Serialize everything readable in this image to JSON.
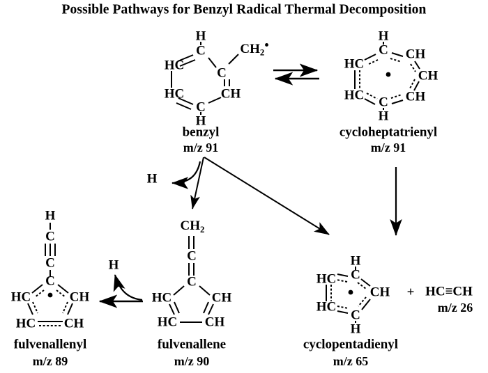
{
  "title": "Possible Pathways for Benzyl Radical Thermal Decomposition",
  "species": {
    "benzyl": {
      "name": "benzyl",
      "mz": "m/z  91",
      "atoms": {
        "h_top": "H",
        "c_top": "C",
        "hc_upper_left": "HC",
        "hc_lower_left": "HC",
        "c_bottom": "C",
        "h_bottom": "H",
        "ch_lower_right": "CH",
        "c_upper_right": "C",
        "ch2_radical": "CH",
        "ch2_sub": "2",
        "ch2_dot": "•"
      }
    },
    "cycloheptatrienyl": {
      "name": "cycloheptatrienyl",
      "mz": "m/z 91",
      "atoms": {
        "h_top": "H",
        "c_top": "C",
        "ch_upper_right": "CH",
        "ch_right": "CH",
        "ch_lower_right": "CH",
        "c_bottom": "C",
        "h_bottom": "H",
        "hc_lower_left": "HC",
        "hc_upper_left": "HC"
      }
    },
    "fulvenallene": {
      "name": "fulvenallene",
      "mz": "m/z  90",
      "atoms": {
        "ch2_top": "CH",
        "ch2_sub": "2",
        "c_mid": "C",
        "c_ring_top": "C",
        "hc_left": "HC",
        "ch_right": "CH",
        "hc_bottom_left": "HC",
        "ch_bottom_right": "CH"
      }
    },
    "fulvenallenyl": {
      "name": "fulvenallenyl",
      "mz": "m/z  89",
      "atoms": {
        "h_top": "H",
        "c_upper": "C",
        "c_lower": "C",
        "c_ring_top": "C",
        "hc_left": "HC",
        "ch_right": "CH",
        "hc_bottom_left": "HC",
        "ch_bottom_right": "CH"
      }
    },
    "cyclopentadienyl": {
      "name": "cyclopentadienyl",
      "mz": "m/z  65",
      "atoms": {
        "h_top": "H",
        "c_top": "C",
        "hc_upper_left": "HC",
        "hc_lower_left": "HC",
        "c_bottom": "C",
        "h_bottom": "H",
        "ch_right": "CH"
      }
    },
    "acetylene": {
      "plus": "+",
      "formula": "HC≡CH",
      "mz": "m/z 26"
    }
  },
  "labels": {
    "h_loss_benzyl": "H",
    "h_loss_fulvenallene": "H"
  },
  "colors": {
    "ink": "#000000",
    "background": "#ffffff"
  }
}
